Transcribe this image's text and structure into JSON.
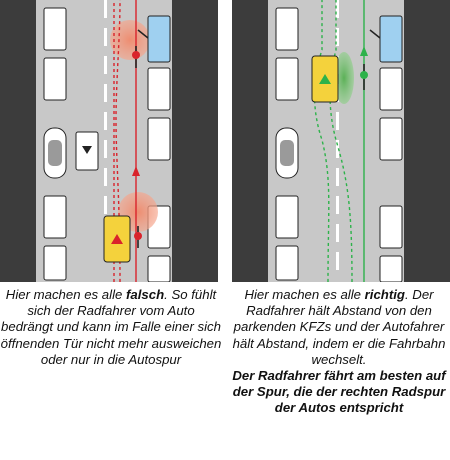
{
  "panels": [
    {
      "id": "wrong",
      "path_color": "#d9232b",
      "caption": {
        "before": "Hier machen es alle ",
        "keyword": "falsch",
        "after": ". So fühlt sich der Radfahrer vom Auto bedrängt und kann im Falle einer sich öffnenden Tür nicht mehr ausweichen oder nur in die Autospur"
      }
    },
    {
      "id": "right",
      "path_color": "#2db24a",
      "caption": {
        "before": "Hier machen es alle ",
        "keyword": "richtig",
        "after": ". Der Radfahrer hält Abstand von den parkenden KFZs und der Autofahrer hält Abstand, indem er die Fahrbahn wechselt.",
        "emphasis": "Der Radfahrer fährt am besten auf der Spur, die der rechten Radspur der Autos entspricht"
      }
    }
  ],
  "colors": {
    "road": "#c8c8c8",
    "parking_strip": "#3c3c3c",
    "parked_car": "#ffffff",
    "highlighted_car": "#9fd0f0",
    "moving_car": "#f4d23c",
    "danger_zone": "#f29a7a",
    "safe_zone": "#6fbf6a"
  }
}
